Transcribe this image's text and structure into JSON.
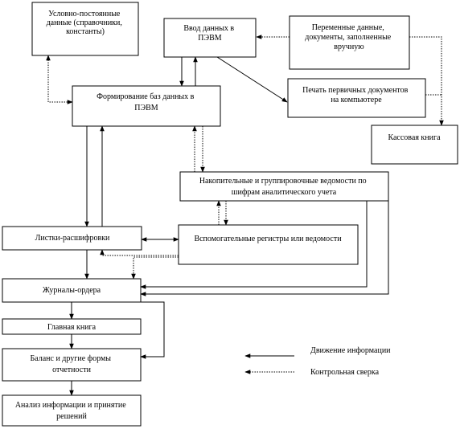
{
  "boxes": {
    "conditional": [
      "Условно-постоянные",
      "данные (справочники,",
      "константы)"
    ],
    "input": [
      "Ввод данных в",
      "ПЭВМ"
    ],
    "variable": [
      "Переменные данные,",
      "документы, заполненные",
      "вручную"
    ],
    "print": [
      "Печать первичных документов",
      "на компьютере"
    ],
    "database": [
      "Формирование баз данных в",
      "ПЭВМ"
    ],
    "cashbook": [
      "Кассовая книга"
    ],
    "accumulative": [
      "Накопительные и группировочные ведомости по",
      "шифрам аналитического учета"
    ],
    "sheets": [
      "Листки-расшифровки"
    ],
    "auxiliary": [
      "Вспомогательные регистры или ведомости"
    ],
    "journals": [
      "Журналы-ордера"
    ],
    "ledger": [
      "Главная книга"
    ],
    "balance": [
      "Баланс и другие формы",
      "отчетности"
    ],
    "analysis": [
      "Анализ информации и принятие",
      "решений"
    ]
  },
  "legend": {
    "flow": "Движение информации",
    "check": "Контрольная сверка"
  },
  "colors": {
    "line": "#000000",
    "background": "#ffffff"
  }
}
